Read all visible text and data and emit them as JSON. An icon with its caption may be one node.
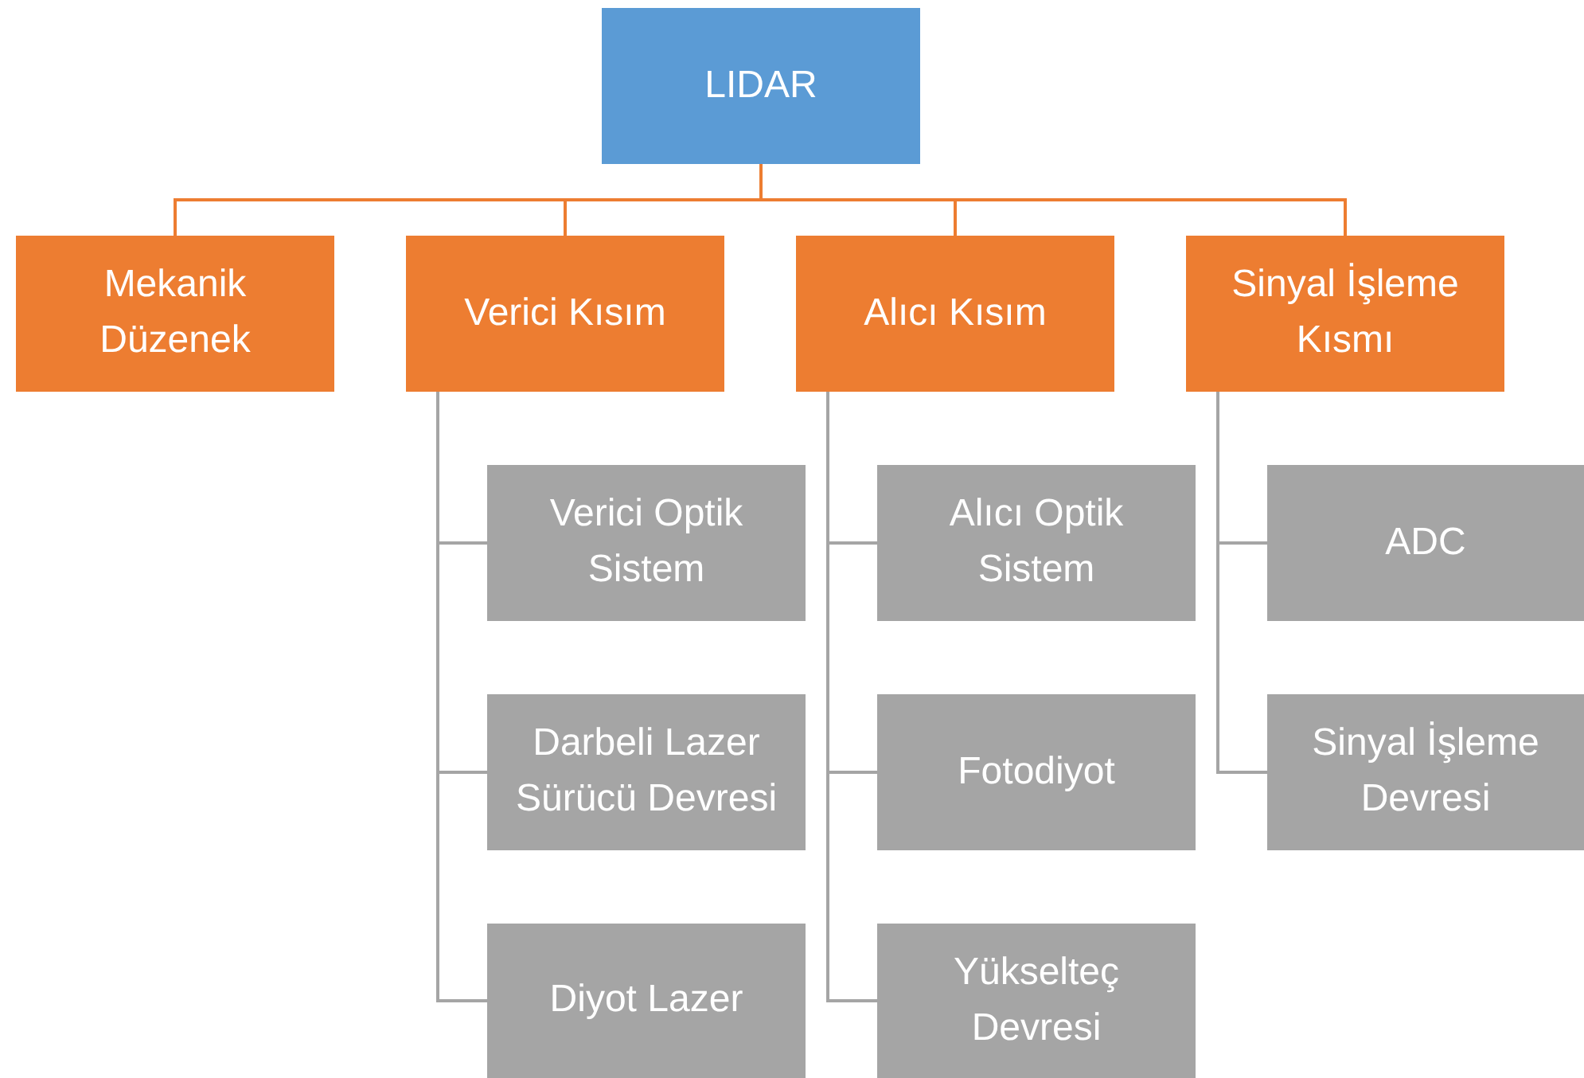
{
  "diagram": {
    "nodes": [
      {
        "text": [
          "LIDAR"
        ]
      },
      {
        "text": [
          "Mekanik Düzenek"
        ]
      },
      {
        "text": [
          "Verici Kısım"
        ]
      },
      {
        "text": [
          "Alıcı Kısım"
        ]
      },
      {
        "text": [
          "Sinyal İşleme Kısmı"
        ]
      },
      {
        "text": [
          "Verici Optik Sistem"
        ]
      },
      {
        "text": [
          "Darbeli Lazer Sürücü Devresi"
        ]
      },
      {
        "text": [
          "Diyot Lazer"
        ]
      },
      {
        "text": [
          "Alıcı Optik Sistem"
        ]
      },
      {
        "text": [
          "Fotodiyot"
        ]
      },
      {
        "text": [
          "Yükselteç Devresi"
        ]
      },
      {
        "text": [
          "ADC"
        ]
      },
      {
        "text": [
          "Sinyal İşleme Devresi"
        ]
      }
    ],
    "edges": [
      {
        "from": 0,
        "to": 1,
        "arrow": "none",
        "color": "#ed7d31"
      },
      {
        "from": 0,
        "to": 2,
        "arrow": "none",
        "color": "#ed7d31"
      },
      {
        "from": 0,
        "to": 3,
        "arrow": "none",
        "color": "#ed7d31"
      },
      {
        "from": 0,
        "to": 4,
        "arrow": "none",
        "color": "#ed7d31"
      },
      {
        "from": 2,
        "to": 5,
        "arrow": "none"
      },
      {
        "from": 2,
        "to": 6,
        "arrow": "none"
      },
      {
        "from": 2,
        "to": 7,
        "arrow": "none"
      },
      {
        "from": 3,
        "to": 8,
        "arrow": "none"
      },
      {
        "from": 3,
        "to": 9,
        "arrow": "none"
      },
      {
        "from": 3,
        "to": 10,
        "arrow": "none"
      },
      {
        "from": 4,
        "to": 11,
        "arrow": "none"
      },
      {
        "from": 4,
        "to": 12,
        "arrow": "none"
      }
    ]
  }
}
